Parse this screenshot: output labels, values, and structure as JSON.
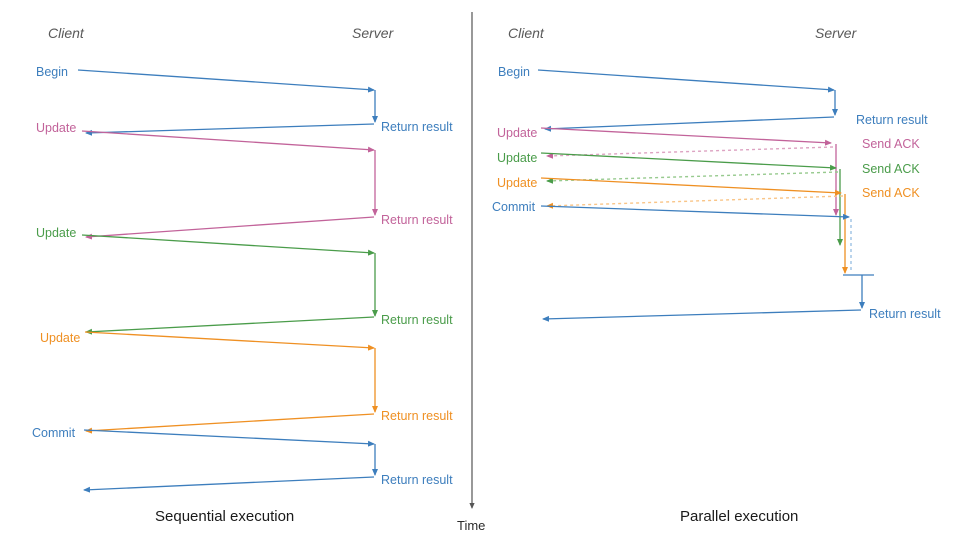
{
  "colors": {
    "blue": "#3d7ebd",
    "blue_light": "#8cb8e0",
    "pink": "#c2639a",
    "pink_light": "#dda3c2",
    "green": "#4a9c4a",
    "green_light": "#97ca8e",
    "orange": "#ef9023",
    "orange_light": "#f9c588",
    "gray_role": "#595959",
    "axis": "#555555",
    "divider": "#9a9a9a",
    "caption": "#1a1a1a"
  },
  "time_axis": {
    "label": "Time"
  },
  "left_panel": {
    "caption": "Sequential execution",
    "client_header": "Client",
    "server_header": "Server",
    "client_messages": [
      {
        "label": "Begin",
        "color": "blue"
      },
      {
        "label": "Update",
        "color": "pink"
      },
      {
        "label": "Update",
        "color": "green"
      },
      {
        "label": "Update",
        "color": "orange"
      },
      {
        "label": "Commit",
        "color": "blue"
      }
    ],
    "server_messages": [
      {
        "label": "Return result",
        "color": "blue"
      },
      {
        "label": "Return result",
        "color": "pink"
      },
      {
        "label": "Return result",
        "color": "green"
      },
      {
        "label": "Return result",
        "color": "orange"
      },
      {
        "label": "Return result",
        "color": "blue"
      }
    ]
  },
  "right_panel": {
    "caption": "Parallel execution",
    "client_header": "Client",
    "server_header": "Server",
    "client_messages": [
      {
        "label": "Begin",
        "color": "blue"
      },
      {
        "label": "Update",
        "color": "pink"
      },
      {
        "label": "Update",
        "color": "green"
      },
      {
        "label": "Update",
        "color": "orange"
      },
      {
        "label": "Commit",
        "color": "blue"
      }
    ],
    "server_messages": [
      {
        "label": "Return result",
        "color": "blue"
      },
      {
        "label": "Send ACK",
        "color": "pink"
      },
      {
        "label": "Send ACK",
        "color": "green"
      },
      {
        "label": "Send ACK",
        "color": "orange"
      },
      {
        "label": "Return result",
        "color": "blue"
      }
    ]
  }
}
